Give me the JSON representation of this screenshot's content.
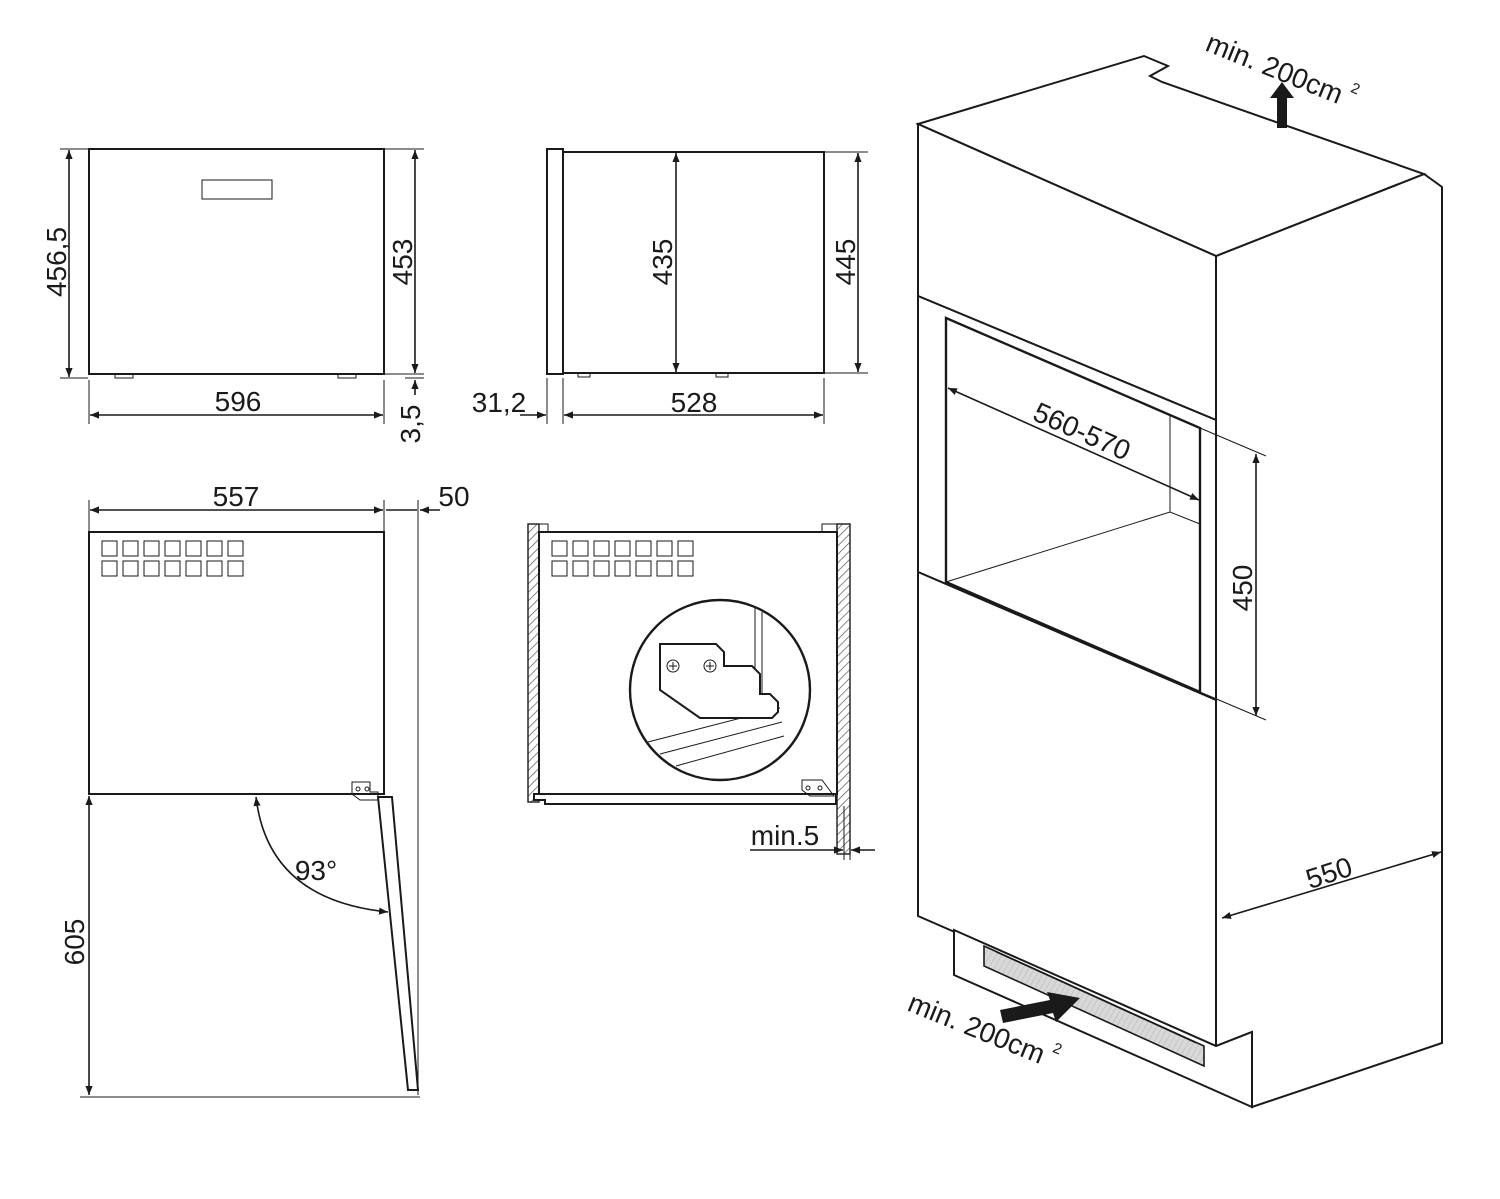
{
  "front_view": {
    "total_height": "456,5",
    "body_height": "453",
    "width": "596",
    "feet_height": "3,5"
  },
  "side_view": {
    "front_panel_depth": "31,2",
    "body_depth": "528",
    "inner_height": "435",
    "overall_height": "445"
  },
  "top_view_open": {
    "inner_width": "557",
    "door_thickness": "50",
    "opening_angle": "93°",
    "depth_with_door_open": "605"
  },
  "installation_detail": {
    "min_gap": "min.5"
  },
  "niche": {
    "top_vent": "min. 200cm",
    "top_vent_superscript": "2",
    "niche_width": "560-570",
    "niche_height": "450",
    "niche_depth": "550",
    "bottom_vent": "min. 200cm",
    "bottom_vent_superscript": "2"
  },
  "colors": {
    "line": "#1a1a1a",
    "background": "#ffffff",
    "vent_fill": "#d8d8d8"
  }
}
